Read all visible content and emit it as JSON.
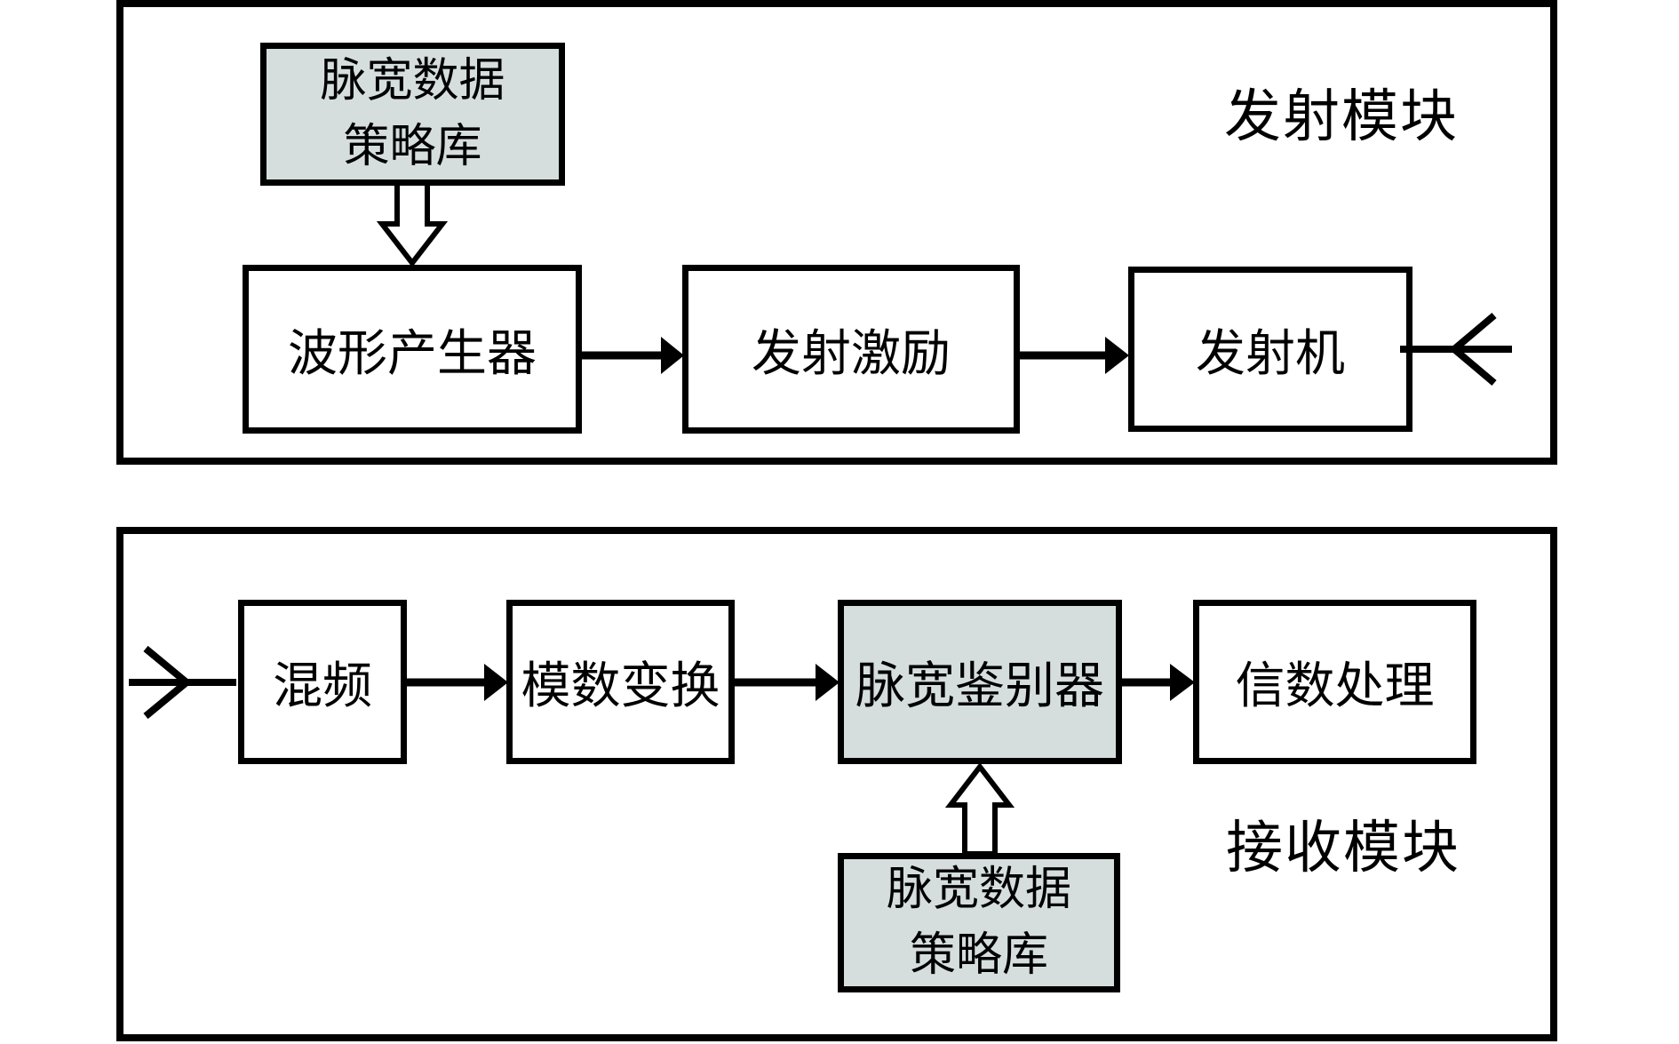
{
  "tx": {
    "label": "发射模块",
    "strategy": {
      "line1": "脉宽数据",
      "line2": "策略库"
    },
    "boxes": [
      "波形产生器",
      "发射激励",
      "发射机"
    ]
  },
  "rx": {
    "label": "接收模块",
    "boxes": [
      "混频",
      "模数变换",
      "脉宽鉴别器",
      "信数处理"
    ],
    "strategy": {
      "line1": "脉宽数据",
      "line2": "策略库"
    }
  },
  "colors": {
    "highlight_fill": "#d5dedd",
    "box_fill": "#ffffff",
    "line": "#000000"
  }
}
